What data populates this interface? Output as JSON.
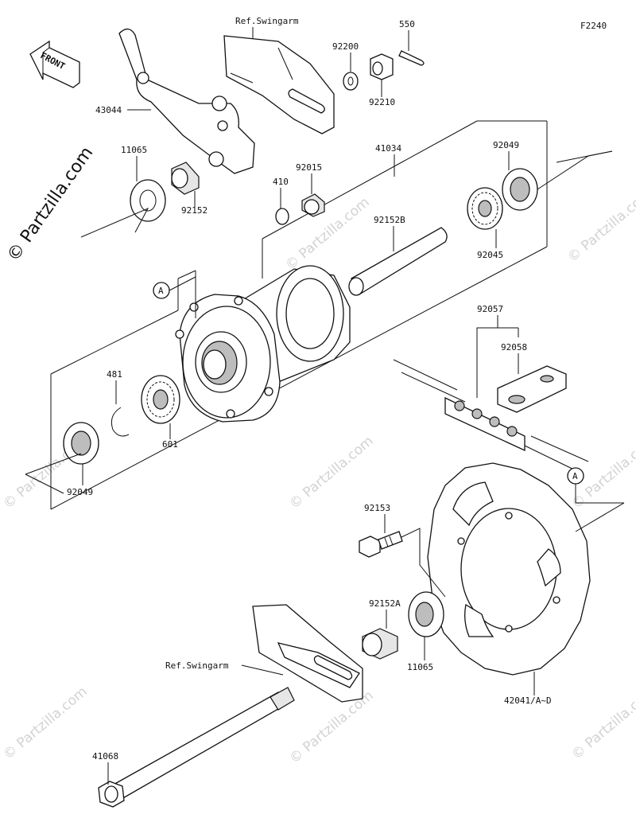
{
  "diagram_id": "F2240",
  "front_label": "FRONT",
  "watermark_side": "© Partzilla.com",
  "watermark": "© Partzilla.com",
  "ref_swingarm_top": "Ref.Swingarm",
  "ref_swingarm_bottom": "Ref.Swingarm",
  "callout_a": "A",
  "parts": {
    "p550": "550",
    "p92200": "92200",
    "p92210": "92210",
    "p43044": "43044",
    "p11065_top": "11065",
    "p92152": "92152",
    "p410": "410",
    "p92015": "92015",
    "p41034": "41034",
    "p92049_top": "92049",
    "p92045": "92045",
    "p92152B": "92152B",
    "p92057": "92057",
    "p92058": "92058",
    "p481": "481",
    "p601": "601",
    "p92049_bottom": "92049",
    "p92153": "92153",
    "p92152A": "92152A",
    "p11065_bottom": "11065",
    "p42041": "42041/A~D",
    "p41068": "41068"
  }
}
